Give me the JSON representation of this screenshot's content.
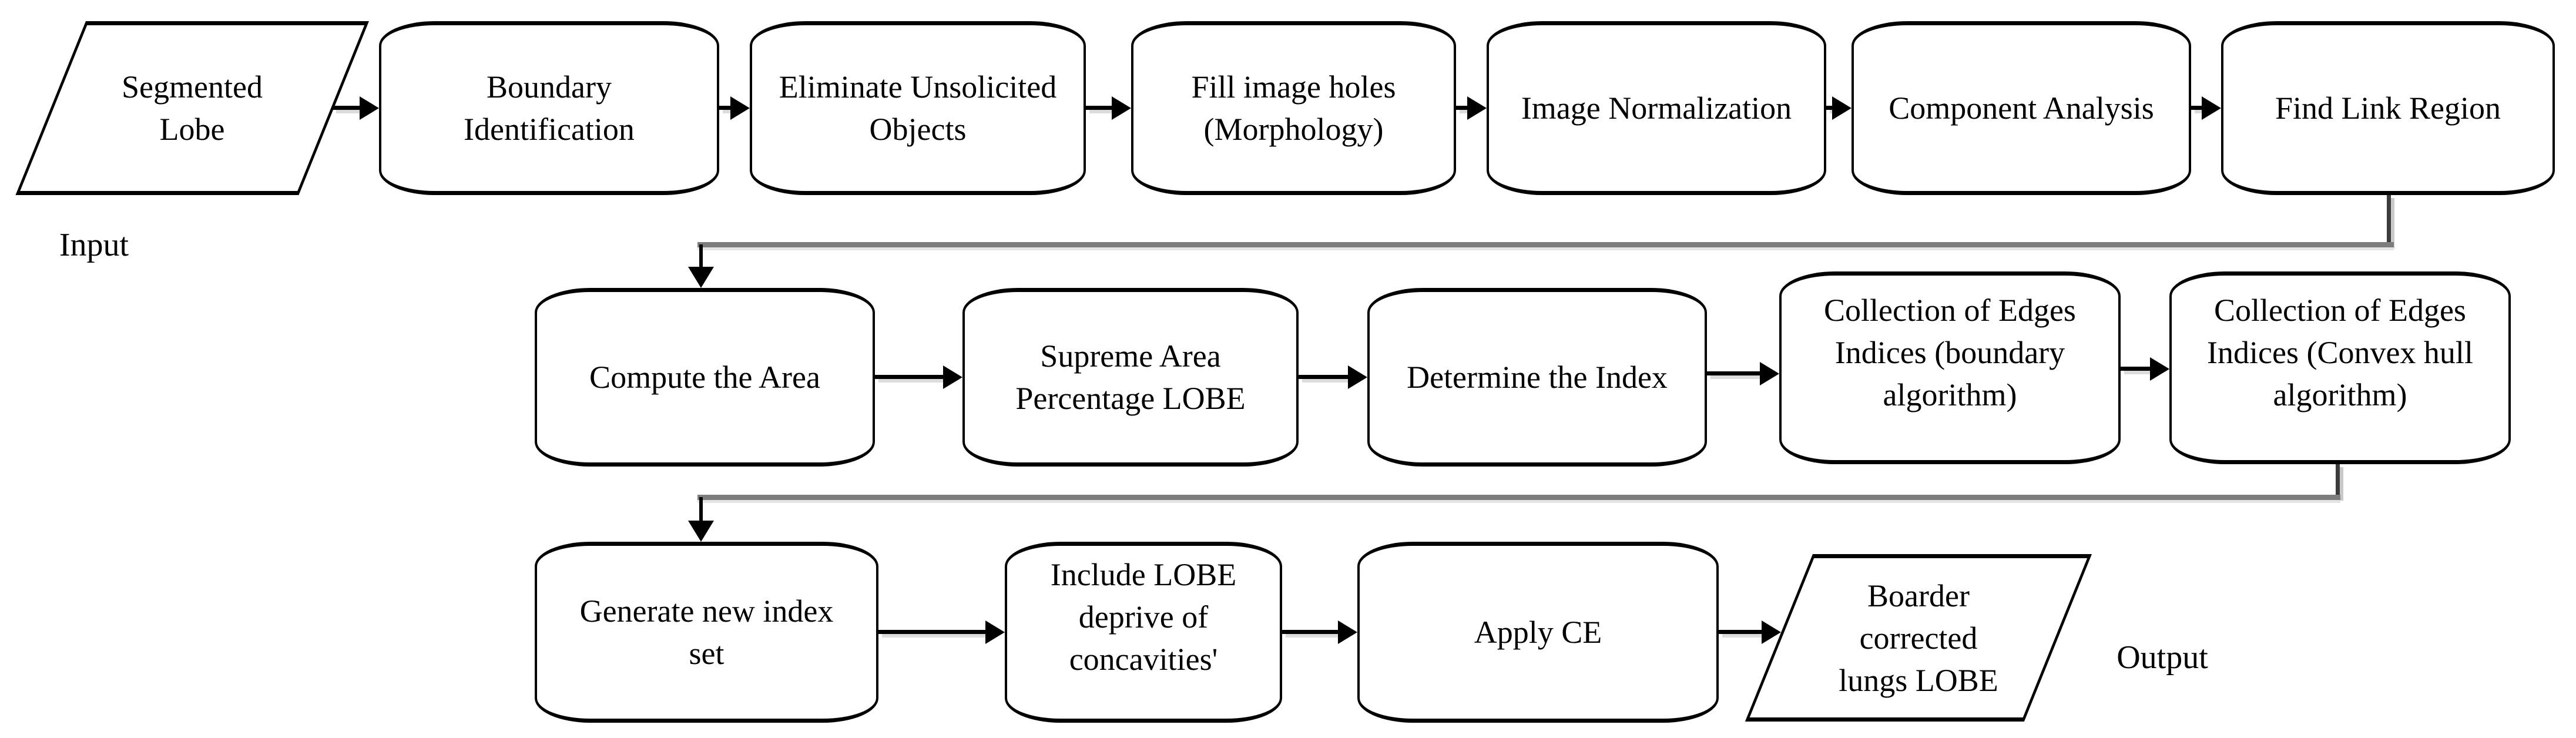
{
  "nodes": [
    {
      "id": "segmented-lobe",
      "type": "input-parallelogram",
      "label": "Segmented\nLobe"
    },
    {
      "id": "boundary-identification",
      "type": "process",
      "label": "Boundary\nIdentification"
    },
    {
      "id": "eliminate-unsolicited-objects",
      "type": "process",
      "label": "Eliminate Unsolicited\nObjects"
    },
    {
      "id": "fill-image-holes",
      "type": "process",
      "label": "Fill image holes\n(Morphology)"
    },
    {
      "id": "image-normalization",
      "type": "process",
      "label": "Image Normalization"
    },
    {
      "id": "component-analysis",
      "type": "process",
      "label": "Component Analysis"
    },
    {
      "id": "find-link-region",
      "type": "process",
      "label": "Find Link Region"
    },
    {
      "id": "compute-the-area",
      "type": "process",
      "label": "Compute the Area"
    },
    {
      "id": "supreme-area-percentage-lobe",
      "type": "process",
      "label": "Supreme Area\nPercentage LOBE"
    },
    {
      "id": "determine-the-index",
      "type": "process",
      "label": "Determine the Index"
    },
    {
      "id": "collection-edges-boundary",
      "type": "process",
      "label": "Collection of Edges\nIndices (boundary\nalgorithm)"
    },
    {
      "id": "collection-edges-convex-hull",
      "type": "process",
      "label": "Collection of Edges\nIndices (Convex hull\nalgorithm)"
    },
    {
      "id": "generate-new-index-set",
      "type": "process",
      "label": "Generate new index\nset"
    },
    {
      "id": "include-lobe-deprive",
      "type": "process",
      "label": "Include LOBE\ndeprive of\nconcavities'"
    },
    {
      "id": "apply-ce",
      "type": "process",
      "label": "Apply CE"
    },
    {
      "id": "boarder-corrected-lungs-lobe",
      "type": "output-parallelogram",
      "label": "Boarder\ncorrected\nlungs LOBE"
    }
  ],
  "labels": {
    "input": "Input",
    "output": "Output"
  },
  "colors": {
    "background": "#ffffff",
    "shape_border": "#000000",
    "text": "#000000",
    "connector_gray": "#7d7d7d",
    "connector_dark": "#3c3c3c",
    "connector_shadow": "#c9c9c9"
  }
}
